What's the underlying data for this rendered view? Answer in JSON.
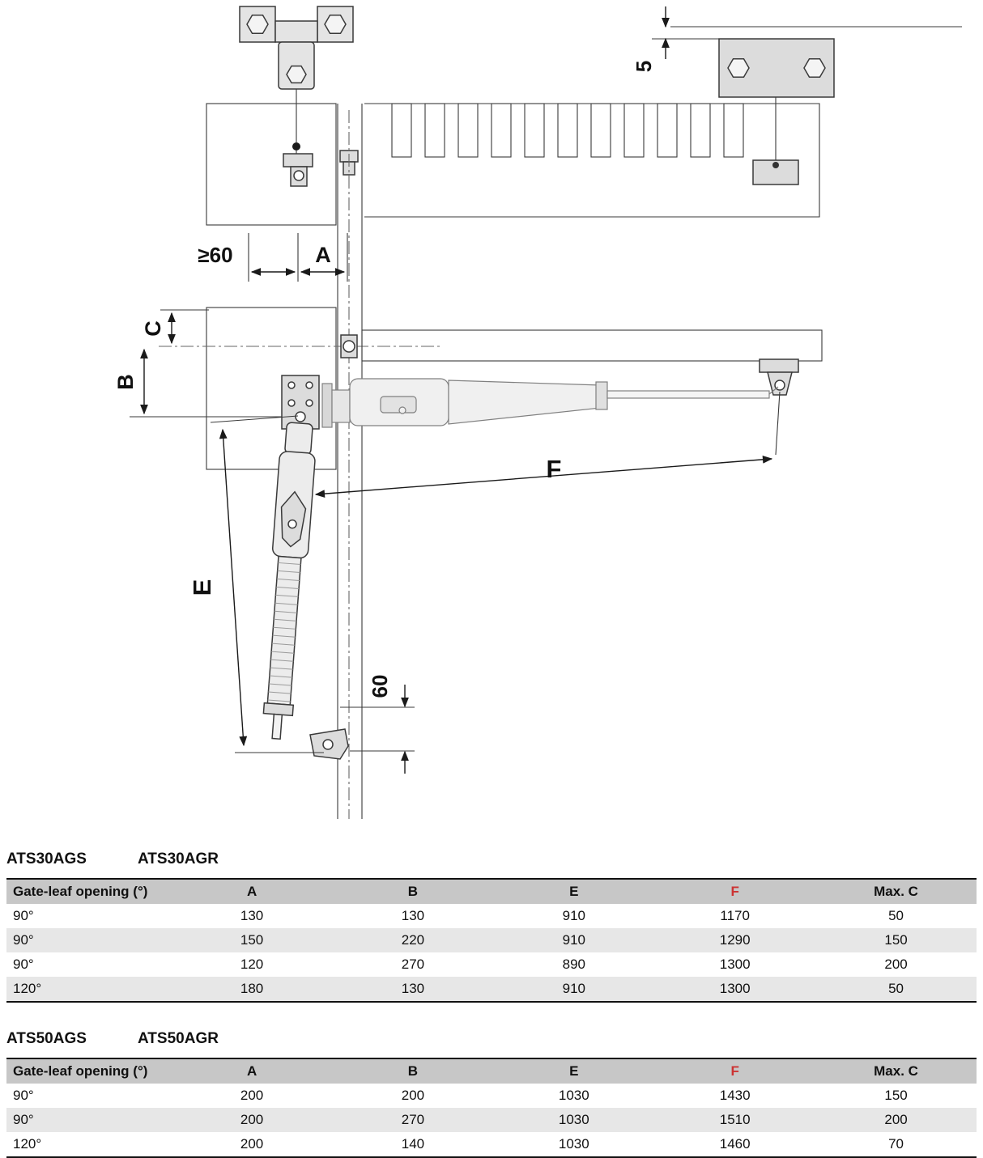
{
  "colors": {
    "f_header": "#cc3333",
    "table_header_bg": "#c7c7c7",
    "row_alt_bg": "#e7e7e7"
  },
  "diagram": {
    "labels": {
      "five": "5",
      "min60": "≥60",
      "a": "A",
      "c": "C",
      "b": "B",
      "f": "F",
      "e": "E",
      "sixty": "60"
    }
  },
  "sections": [
    {
      "titles": [
        "ATS30AGS",
        "ATS30AGR"
      ],
      "table": {
        "headers": [
          "Gate-leaf opening (°)",
          "A",
          "B",
          "E",
          "F",
          "Max. C"
        ],
        "rows": [
          [
            "90°",
            "130",
            "130",
            "910",
            "1170",
            "50"
          ],
          [
            "90°",
            "150",
            "220",
            "910",
            "1290",
            "150"
          ],
          [
            "90°",
            "120",
            "270",
            "890",
            "1300",
            "200"
          ],
          [
            "120°",
            "180",
            "130",
            "910",
            "1300",
            "50"
          ]
        ]
      }
    },
    {
      "titles": [
        "ATS50AGS",
        "ATS50AGR"
      ],
      "table": {
        "headers": [
          "Gate-leaf opening (°)",
          "A",
          "B",
          "E",
          "F",
          "Max. C"
        ],
        "rows": [
          [
            "90°",
            "200",
            "200",
            "1030",
            "1430",
            "150"
          ],
          [
            "90°",
            "200",
            "270",
            "1030",
            "1510",
            "200"
          ],
          [
            "120°",
            "200",
            "140",
            "1030",
            "1460",
            "70"
          ]
        ]
      }
    }
  ]
}
